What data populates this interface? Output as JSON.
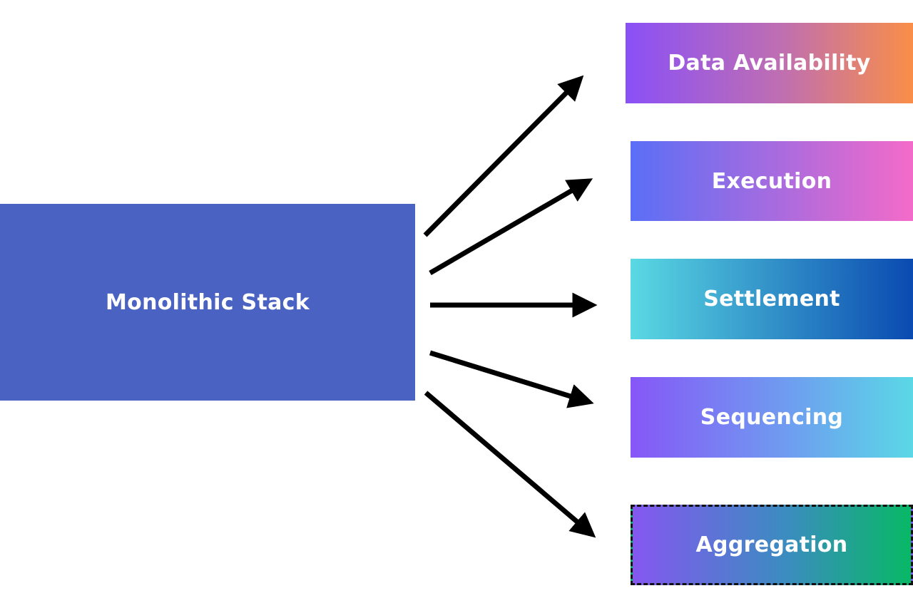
{
  "source": {
    "label": "Monolithic Stack",
    "color": "#4a62c1"
  },
  "layers": [
    {
      "label": "Data Availability",
      "dashed": false
    },
    {
      "label": "Execution",
      "dashed": false
    },
    {
      "label": "Settlement",
      "dashed": false
    },
    {
      "label": "Sequencing",
      "dashed": false
    },
    {
      "label": "Aggregation",
      "dashed": true
    }
  ],
  "arrow_color": "#000000"
}
